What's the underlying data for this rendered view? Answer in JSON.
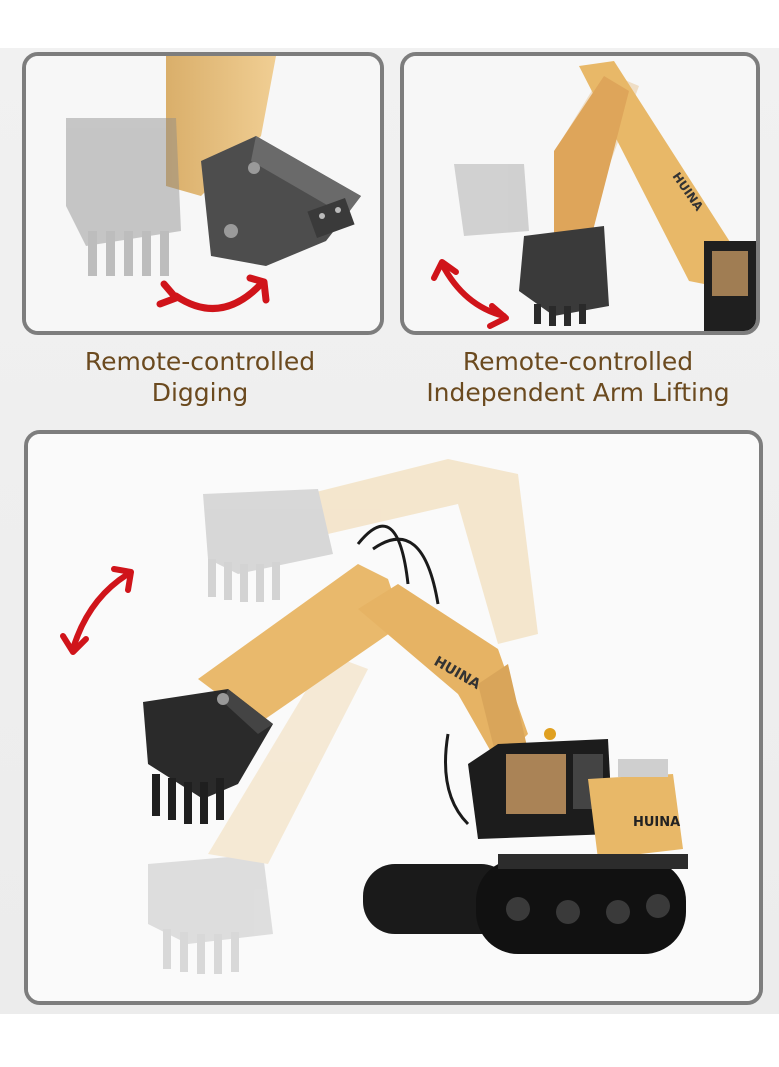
{
  "captions": {
    "left": {
      "line1": "Remote-controlled",
      "line2": "Digging"
    },
    "right": {
      "line1": "Remote-controlled",
      "line2": "Independent Arm Lifting"
    }
  },
  "brand": {
    "logo_text": "HUINA"
  },
  "colors": {
    "caption_text": "#6b4a1f",
    "panel_border": "#7d7d7d",
    "arrow_red": "#d0141a",
    "body_yellow": "#e8b868",
    "bucket_dark": "#2a2a2a"
  }
}
